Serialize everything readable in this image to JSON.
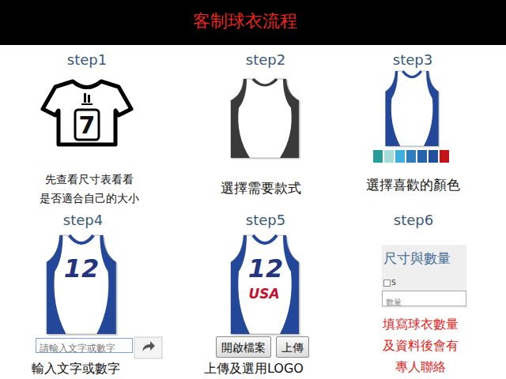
{
  "diagram": {
    "title": "客制球衣流程",
    "nodes": [
      {
        "text": [
          "請輸入文字或數字"
        ]
      },
      {
        "text": [
          "開啟檔案"
        ]
      },
      {
        "text": [
          "上傳"
        ]
      },
      {
        "text": [
          "尺寸與數量",
          "S"
        ]
      },
      {
        "text": [
          "數量"
        ],
        "in": 3
      }
    ],
    "labels": [
      "step1",
      "step2",
      "step3",
      "7",
      "先查看尺寸表看看 是否適合自己的大小",
      "選擇需要款式",
      "選擇喜歡的顏色",
      "step4",
      "step5",
      "step6",
      "12",
      "12",
      "USA",
      "輸入文字或數字",
      "上傳及選用LOGO",
      "填寫球衣數量 及資料後會有 專人聯絡"
    ]
  }
}
